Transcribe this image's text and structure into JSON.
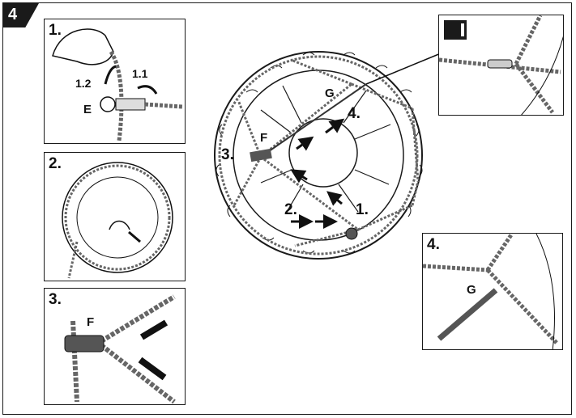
{
  "page_number": "4",
  "panel1": {
    "step": "1.",
    "step_a": "1.2",
    "step_b": "1.1",
    "part": "E"
  },
  "panel2": {
    "step": "2."
  },
  "panel3": {
    "step": "3.",
    "part": "F"
  },
  "main": {
    "part_g": "G",
    "part_f": "F",
    "step1": "1.",
    "step2": "2.",
    "step3": "3.",
    "step4": "4."
  },
  "detail_top": {
    "icon": "info-badge"
  },
  "detail_bottom": {
    "step": "4.",
    "part": "G"
  },
  "colors": {
    "line": "#1a1a1a",
    "chain": "#666666",
    "strap": "#555555",
    "background": "#ffffff"
  }
}
